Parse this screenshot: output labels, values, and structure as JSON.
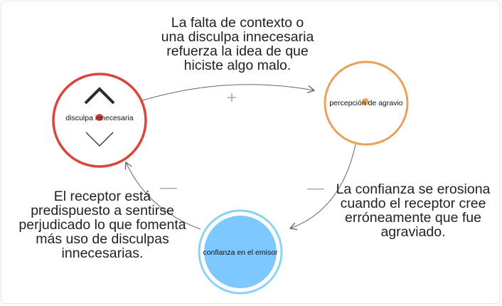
{
  "nodes": {
    "apology": {
      "label": "disculpa innecesaria",
      "ring_color": "#d9463b",
      "dot_color": "#d9463b"
    },
    "grievance": {
      "label": "percepción de agravio",
      "ring_color": "#e8a25a",
      "dot_color": "#e8a25a"
    },
    "trust": {
      "label": "confianza en el emisor",
      "ring_color": "#8dd2f2",
      "fill_color": "#7cc8ff"
    }
  },
  "links": {
    "apology_to_grievance": {
      "polarity": "+"
    },
    "grievance_to_trust": {
      "polarity": "—"
    },
    "trust_to_apology": {
      "polarity": "—"
    }
  },
  "notes": {
    "top": [
      "La falta de contexto o",
      "una disculpa innecesaria",
      "refuerza la idea de que",
      "hiciste algo malo."
    ],
    "right": [
      "La confianza se erosiona",
      "cuando el receptor cree",
      "erróneamente que fue",
      "agraviado."
    ],
    "left": [
      "El receptor está",
      "predispuesto a sentirse",
      "perjudicado lo que fomenta",
      "más uso de disculpas",
      "innecesarias."
    ]
  }
}
